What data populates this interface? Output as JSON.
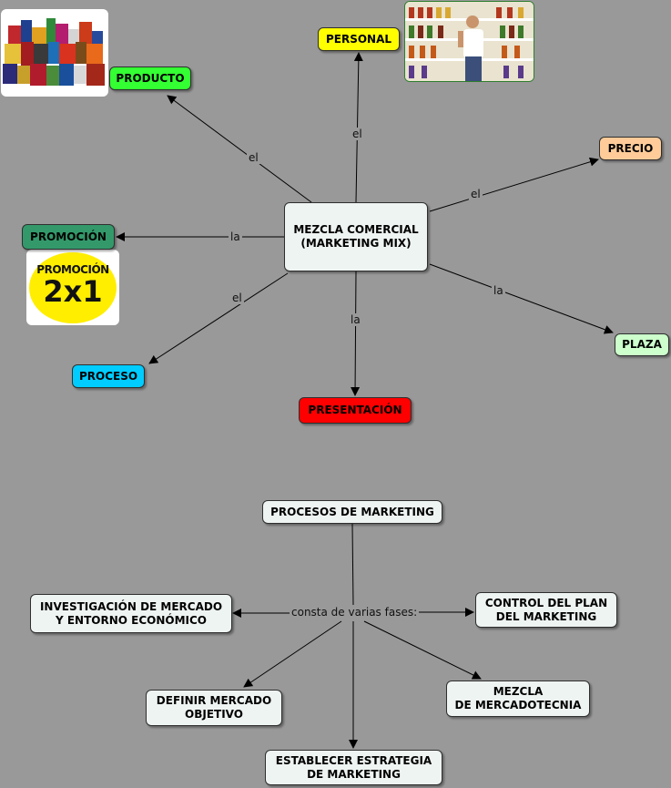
{
  "colors": {
    "background": "#999999",
    "center": "#eef4f2",
    "producto": "#33ff33",
    "personal": "#ffff00",
    "precio": "#ffcc99",
    "promocion": "#33996b",
    "proceso": "#00ccff",
    "presentacion": "#ff0000",
    "plaza": "#ccffcc",
    "light": "#eef4f2"
  },
  "mix": {
    "center": "MEZCLA COMERCIAL\n(MARKETING MIX)",
    "producto": "PRODUCTO",
    "personal": "PERSONAL",
    "precio": "PRECIO",
    "promocion": "PROMOCIÓN",
    "proceso": "PROCESO",
    "presentacion": "PRESENTACIÓN",
    "plaza": "PLAZA"
  },
  "mix_links": {
    "producto": "el",
    "personal": "el",
    "precio": "el",
    "promocion": "la",
    "proceso": "el",
    "presentacion": "la",
    "plaza": "la"
  },
  "promo_badge": {
    "line1": "PROMOCIÓN",
    "line2": "2x1"
  },
  "process": {
    "root": "PROCESOS DE MARKETING",
    "link": "consta de varias fases:",
    "investigacion": "INVESTIGACIÓN DE MERCADO\nY ENTORNO ECONÓMICO",
    "control": "CONTROL DEL PLAN\nDEL MARKETING",
    "definir": "DEFINIR MERCADO\nOBJETIVO",
    "mezcla": "MEZCLA\nDE MERCADOTECNIA",
    "estrategia": "ESTABLECER ESTRATEGIA\nDE MARKETING"
  }
}
